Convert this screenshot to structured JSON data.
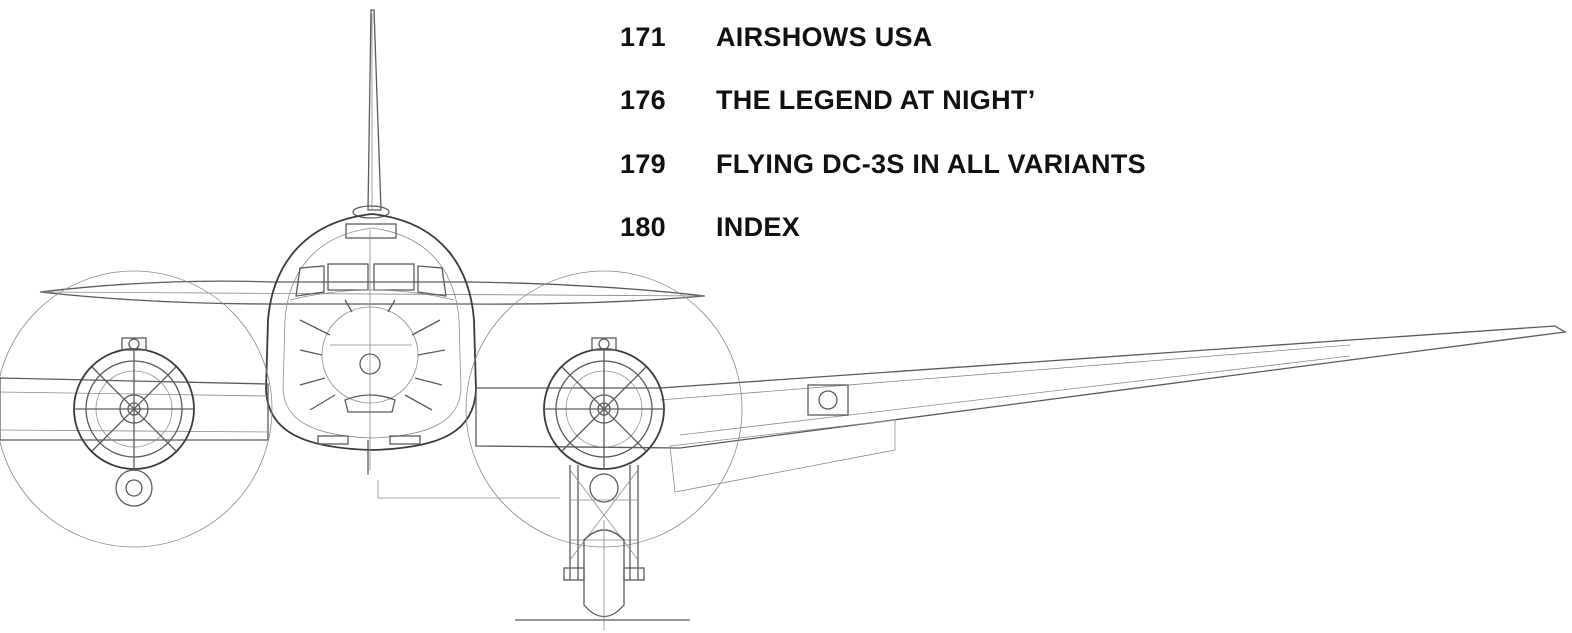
{
  "toc": {
    "entries": [
      {
        "page": "171",
        "title": "AIRSHOWS USA"
      },
      {
        "page": "176",
        "title": "THE LEGEND AT NIGHT’"
      },
      {
        "page": "179",
        "title": "FLYING DC-3S IN ALL VARIANTS"
      },
      {
        "page": "180",
        "title": "INDEX"
      }
    ]
  },
  "illustration": {
    "subject": "dc3-front-view-line-drawing",
    "line_color": "#5a5a5a"
  }
}
